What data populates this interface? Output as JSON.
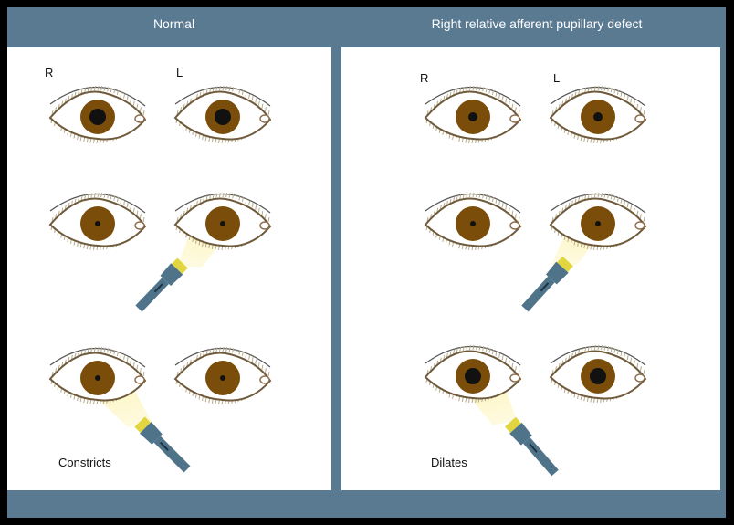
{
  "panels": {
    "left": {
      "title": "Normal",
      "eye_labels": {
        "right": "R",
        "left": "L"
      },
      "caption": "Constricts"
    },
    "right": {
      "title": "Right relative afferent pupillary defect",
      "eye_labels": {
        "right": "R",
        "left": "L"
      },
      "caption": "Dilates"
    }
  },
  "colors": {
    "border": "#000000",
    "frame": "#5a7a92",
    "panel": "#ffffff",
    "iris": "#7a4e0a",
    "pupil": "#111111",
    "lash": "#b6ab8c",
    "torch_body": "#4f7389",
    "torch_band": "#e2d640",
    "beam": "#fbf3b5"
  }
}
